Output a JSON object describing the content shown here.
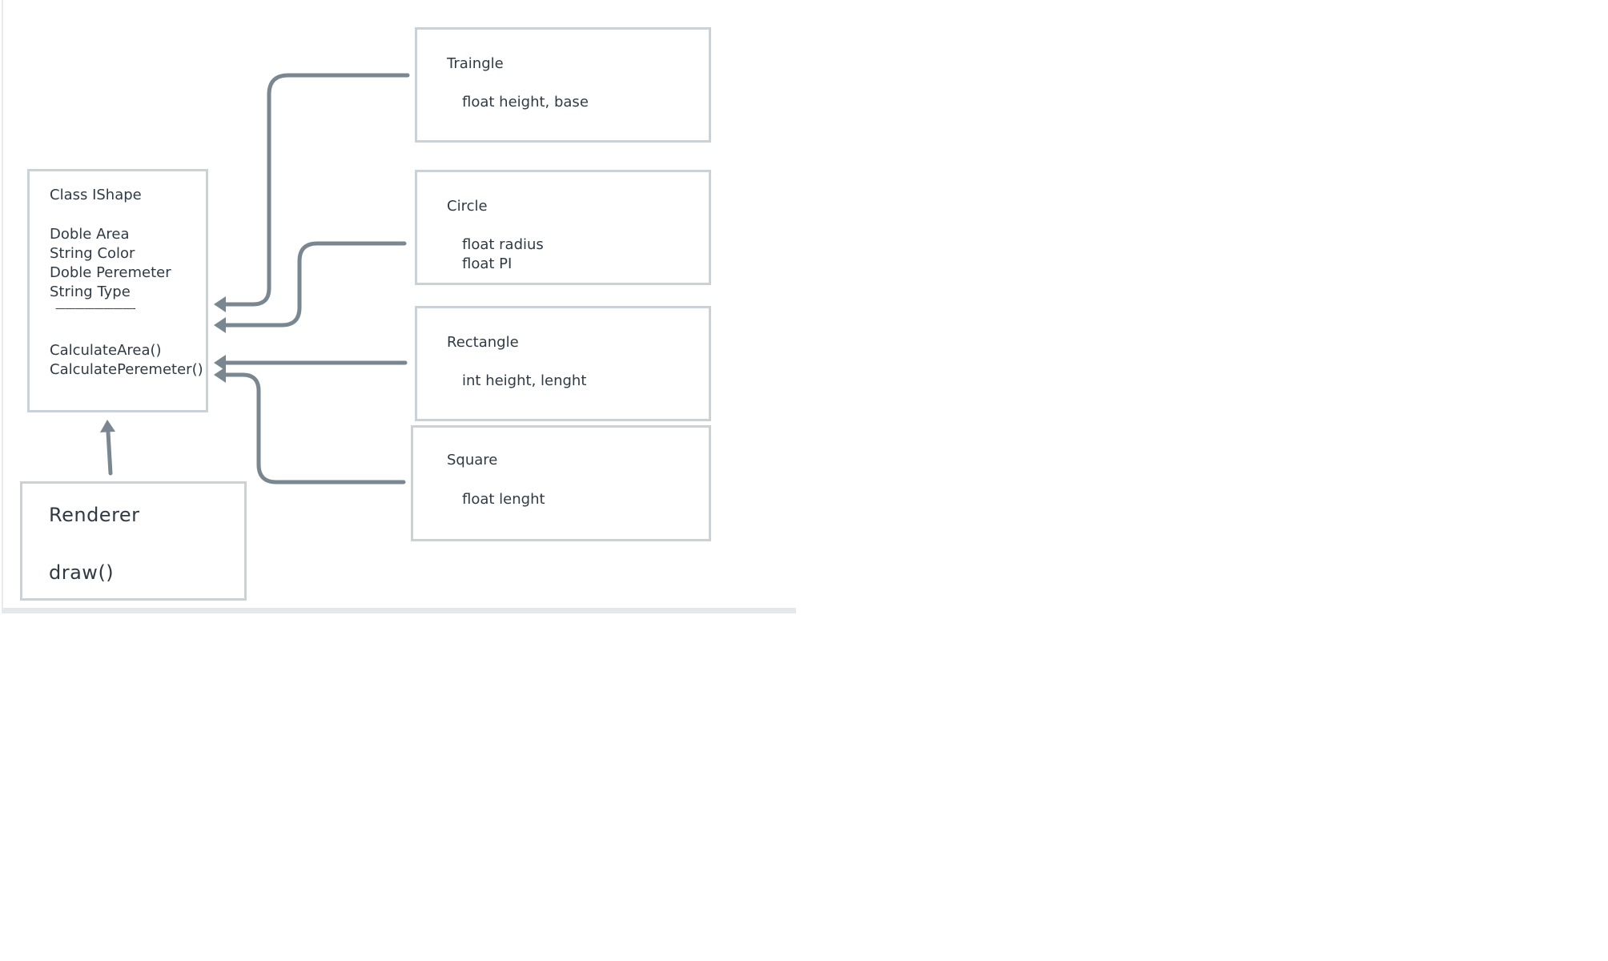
{
  "ishape": {
    "title": "Class IShape",
    "fields": [
      "Doble Area",
      "String Color",
      "Doble Peremeter",
      "String Type"
    ],
    "separator": "————————-",
    "methods": [
      "CalculateArea()",
      "CalculatePeremeter()"
    ]
  },
  "renderer": {
    "title": "Renderer",
    "method": "draw()"
  },
  "triangle": {
    "title": "Traingle",
    "fields": [
      "float height, base"
    ]
  },
  "circle": {
    "title": "Circle",
    "fields": [
      "float radius",
      "float PI"
    ]
  },
  "rectangle": {
    "title": "Rectangle",
    "fields": [
      "int height, lenght"
    ]
  },
  "square": {
    "title": "Square",
    "fields": [
      "float lenght"
    ]
  },
  "colors": {
    "box_border": "#c9d1d9",
    "connector": "#7a8791",
    "text": "#2f3a45"
  }
}
